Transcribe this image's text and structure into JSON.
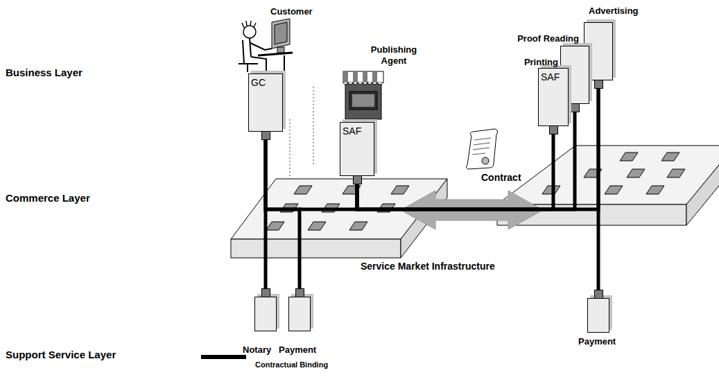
{
  "diagram": {
    "nodes": [
      {
        "text": [
          "GC"
        ]
      },
      {
        "text": [
          "SAF"
        ]
      },
      {
        "text": [
          "Printing",
          "SAF"
        ]
      },
      {
        "text": [
          "Proof Reading"
        ]
      },
      {
        "text": [
          "Advertising"
        ]
      },
      {
        "text": [
          "Notary"
        ]
      },
      {
        "text": [
          "Payment"
        ]
      },
      {
        "text": [
          "Payment"
        ]
      }
    ],
    "edges": [
      {
        "from": 0,
        "to": 1,
        "arrow": "none"
      },
      {
        "from": 0,
        "to": 5,
        "arrow": "none"
      },
      {
        "from": 0,
        "to": 6,
        "arrow": "none"
      },
      {
        "from": 1,
        "to": 2,
        "arrow": "none"
      },
      {
        "from": 1,
        "to": 3,
        "arrow": "none"
      },
      {
        "from": 1,
        "to": 4,
        "arrow": "none"
      },
      {
        "from": 4,
        "to": 7,
        "arrow": "none"
      }
    ],
    "labels": [
      "Customer",
      "Publishing Agent",
      "Business Layer",
      "Commerce Layer",
      "Support Service Layer",
      "Contract",
      "Service Market Infrastructure"
    ],
    "legend": [
      {
        "text": "Contractual Binding"
      }
    ]
  }
}
